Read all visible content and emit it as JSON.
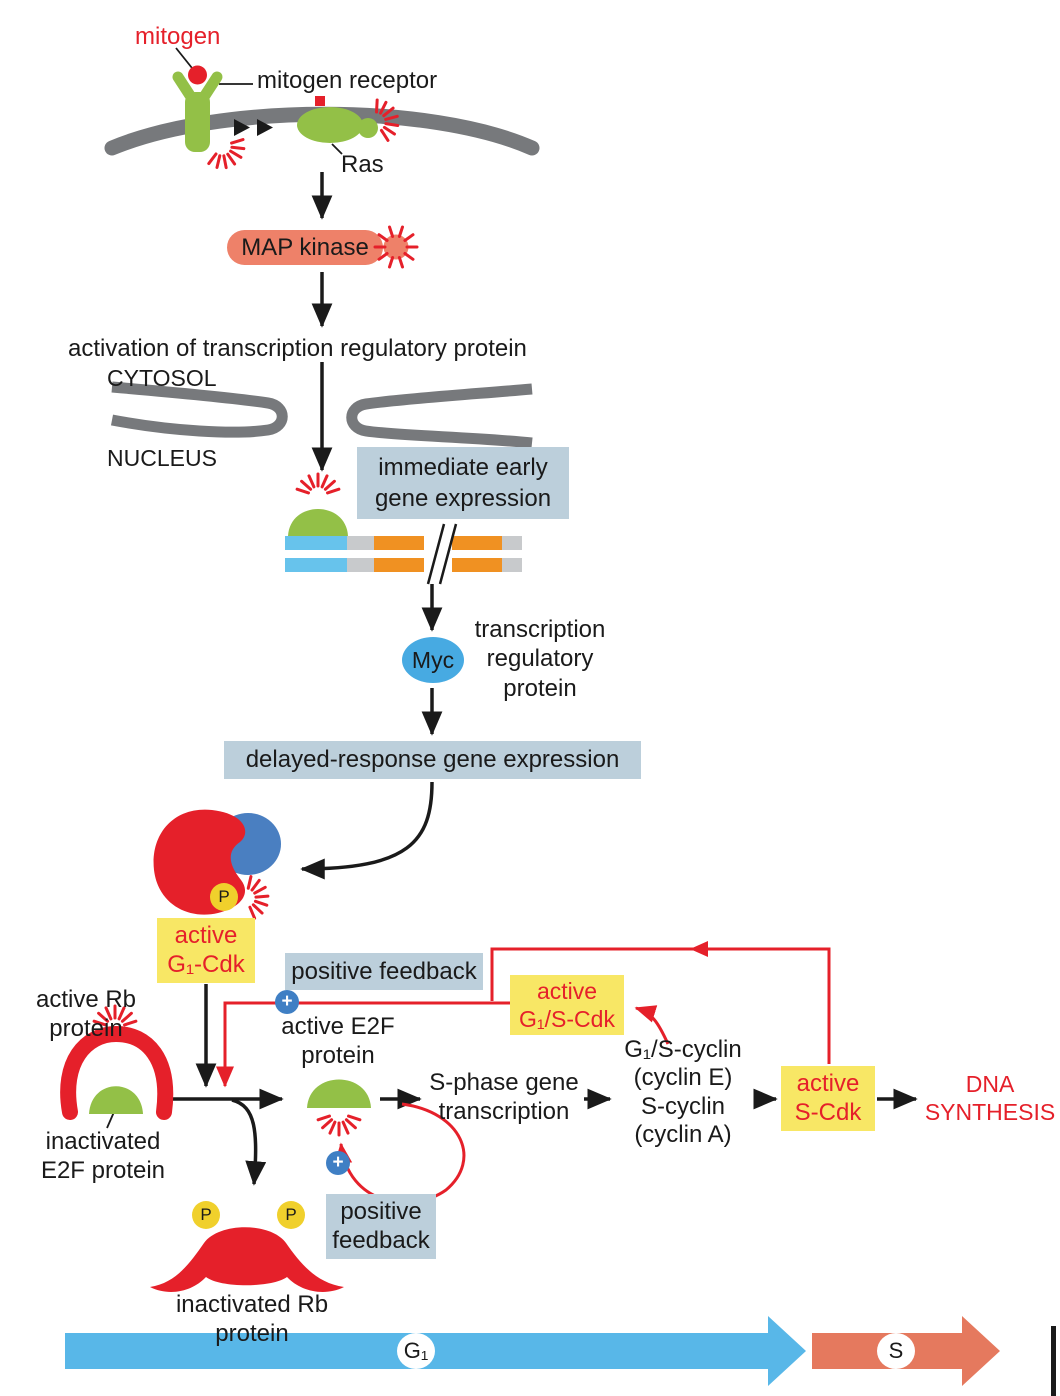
{
  "membrane_signaling": {
    "mitogen": "mitogen",
    "mitogen_receptor": "mitogen receptor",
    "ras": "Ras",
    "map_kinase": "MAP kinase",
    "activation_text": "activation of transcription regulatory protein",
    "cytosol": "CYTOSOL",
    "nucleus": "NUCLEUS"
  },
  "gene_expression": {
    "immediate_early": "immediate early\ngene expression",
    "myc": "Myc",
    "transcription_regulatory_protein": "transcription\nregulatory\nprotein",
    "delayed_response": "delayed-response gene expression"
  },
  "cell_cycle_control": {
    "active_g1_cdk": "active\nG₁-Cdk",
    "positive_feedback_top": "positive feedback",
    "active_rb_protein": "active Rb\nprotein",
    "inactivated_e2f_protein": "inactivated\nE2F protein",
    "active_e2f_protein": "active E2F\nprotein",
    "s_phase_gene_transcription": "S-phase gene\ntranscription",
    "cyclins": "G₁/S-cyclin\n(cyclin E)\nS-cyclin\n(cyclin A)",
    "active_g1s_cdk": "active\nG₁/S-Cdk",
    "active_s_cdk": "active\nS-Cdk",
    "dna_synthesis": "DNA\nSYNTHESIS",
    "positive_feedback_bottom": "positive\nfeedback",
    "inactivated_rb_protein": "inactivated Rb\nprotein",
    "phospho_label": "P",
    "plus_label": "+"
  },
  "phase_bar": {
    "g1_label": "G₁",
    "s_label": "S"
  },
  "colors": {
    "red": "#e5202a",
    "green": "#93c047",
    "membrane_gray": "#77797c",
    "salmon": "#ee8169",
    "phase_s_salmon": "#e5795e",
    "orange_dna": "#f09122",
    "dna_blue": "#67c3ec",
    "dna_gray": "#c8cacc",
    "myc_blue": "#47aae2",
    "cdk_blue": "#4a7fc1",
    "plus_blue": "#3f7fc4",
    "phase_g1_blue": "#58b7e8",
    "label_box_blue": "#bccfdb",
    "label_box_yellow": "#f8e765",
    "phospho_yellow": "#f0d02c",
    "text_black": "#1a1a1a"
  }
}
